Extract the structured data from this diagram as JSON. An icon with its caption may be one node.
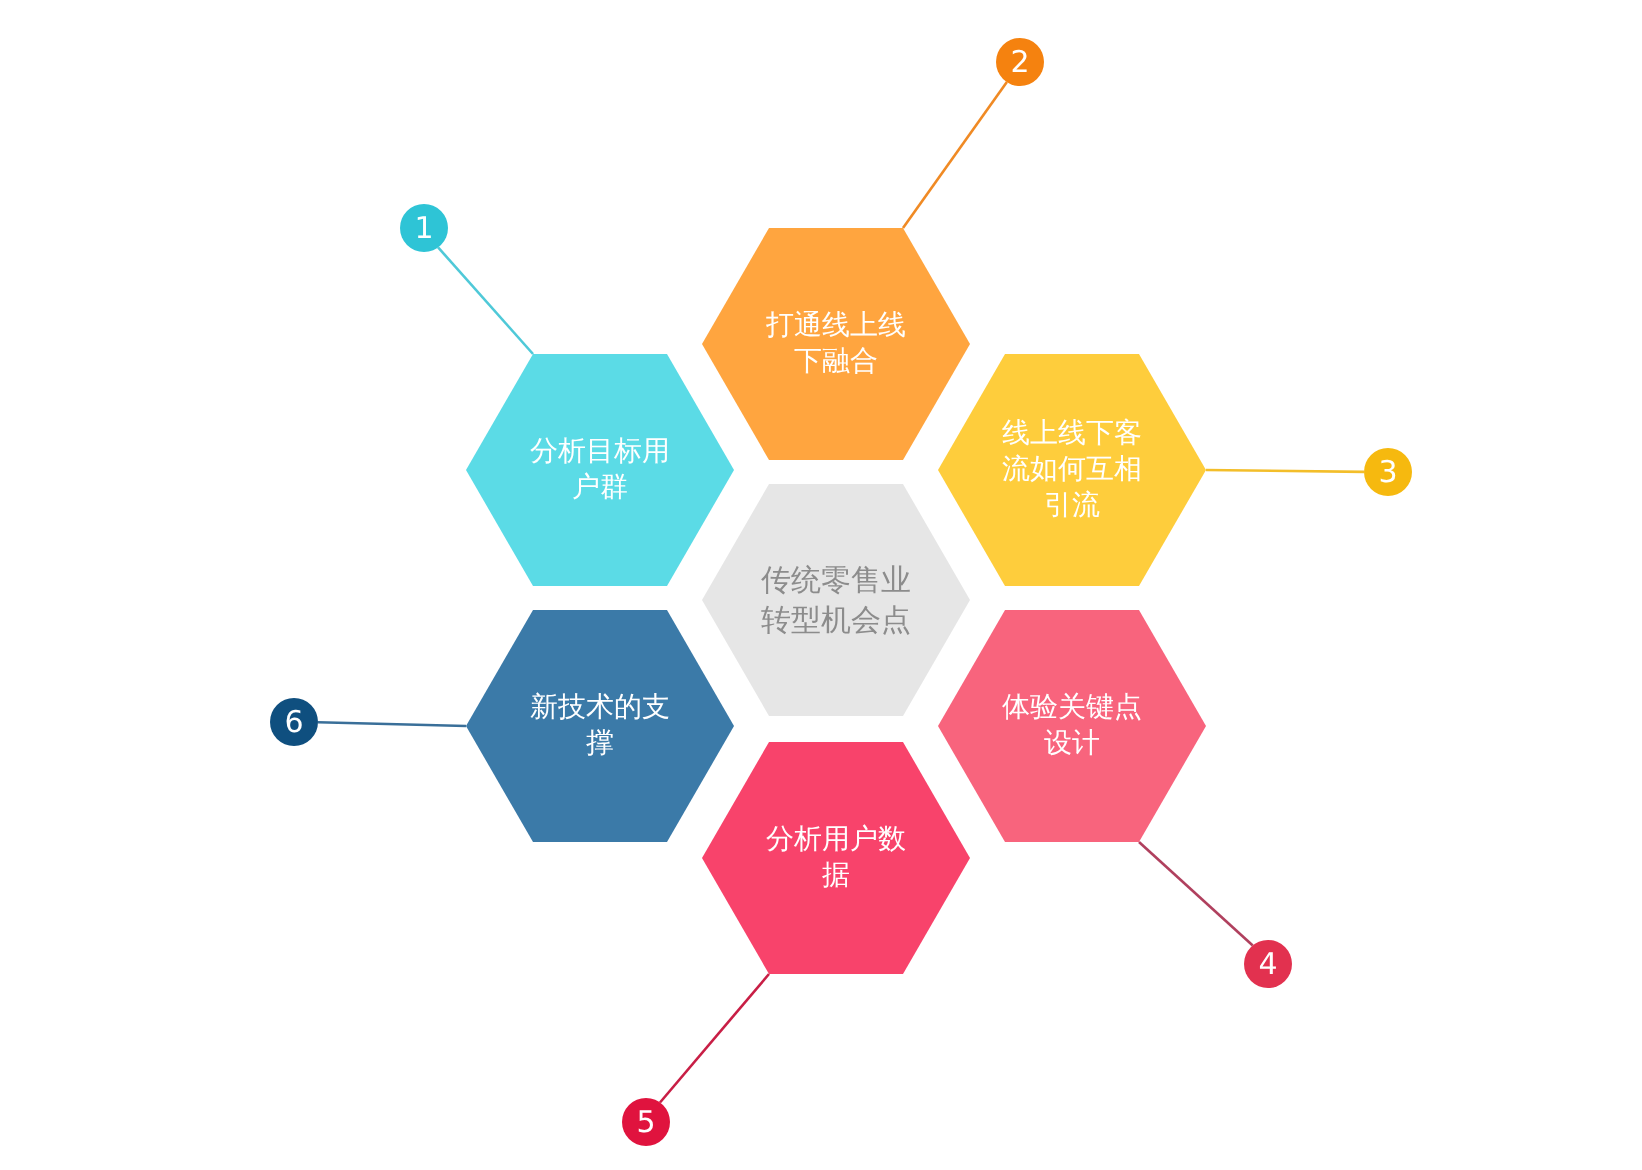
{
  "diagram": {
    "nodes": [
      {
        "text": [
          "传统零售业转型机会点"
        ]
      },
      {
        "text": [
          "分析目标用户群"
        ]
      },
      {
        "text": [
          "打通线上线下融合"
        ]
      },
      {
        "text": [
          "线上线下客流如何互相引流"
        ]
      },
      {
        "text": [
          "体验关键点设计"
        ]
      },
      {
        "text": [
          "分析用户数据"
        ]
      },
      {
        "text": [
          "新技术的支撑"
        ]
      },
      {
        "text": [
          "1"
        ]
      },
      {
        "text": [
          "2"
        ]
      },
      {
        "text": [
          "3"
        ]
      },
      {
        "text": [
          "4"
        ]
      },
      {
        "text": [
          "5"
        ]
      },
      {
        "text": [
          "6"
        ]
      }
    ],
    "edges": [
      {
        "from": 7,
        "to": 1,
        "arrow": "none",
        "color": "#4fc9d8"
      },
      {
        "from": 8,
        "to": 2,
        "arrow": "none",
        "color": "#f08a24"
      },
      {
        "from": 9,
        "to": 3,
        "arrow": "none",
        "color": "#f3be2a"
      },
      {
        "from": 10,
        "to": 4,
        "arrow": "none",
        "color": "#b0405e"
      },
      {
        "from": 11,
        "to": 5,
        "arrow": "none",
        "color": "#c81e45"
      },
      {
        "from": 12,
        "to": 6,
        "arrow": "none",
        "color": "#3a6f99"
      }
    ]
  }
}
